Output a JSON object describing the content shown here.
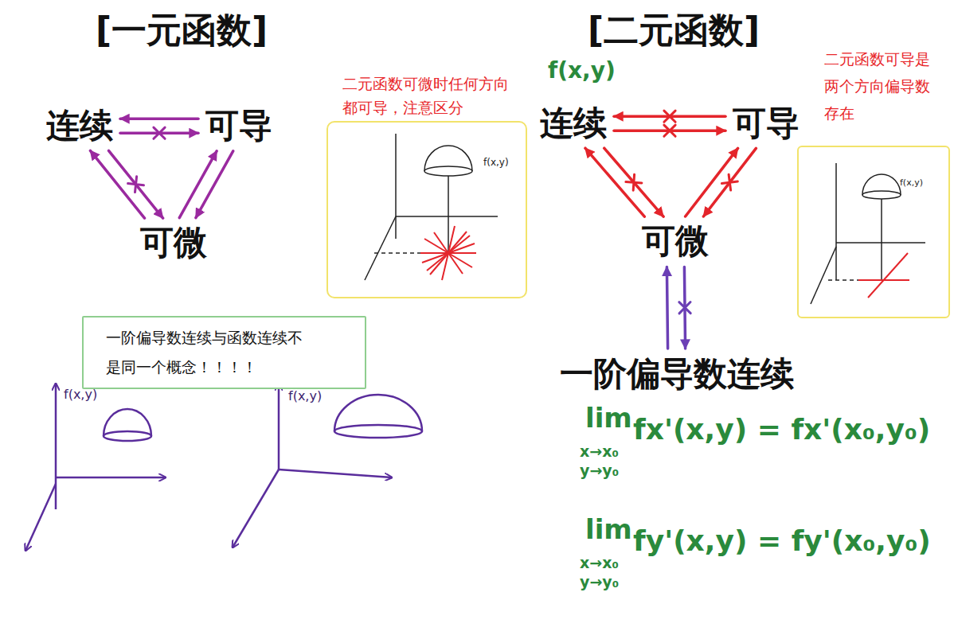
{
  "diagram": {
    "nodes": [
      {
        "text": [
          "连续"
        ]
      },
      {
        "text": [
          "可导"
        ]
      },
      {
        "text": [
          "可微"
        ]
      },
      {
        "text": [
          "二元函数可微时任何方向都可导，注意区分",
          "f(x,y)"
        ]
      },
      {
        "text": [
          "一阶偏导数连续与函数连续不是同一个概念！！！！"
        ]
      },
      {
        "text": [
          "连续"
        ]
      },
      {
        "text": [
          "可导"
        ]
      },
      {
        "text": [
          "可微"
        ]
      },
      {
        "text": [
          "二元函数可导是两个方向偏导数存在",
          "f(x,y)"
        ]
      },
      {
        "text": [
          "一阶偏导数连续"
        ]
      }
    ],
    "edges": [
      {
        "from": 1,
        "to": 0,
        "arrow": "to"
      },
      {
        "from": 0,
        "to": 1,
        "arrow": "to"
      },
      {
        "from": 2,
        "to": 0,
        "arrow": "to"
      },
      {
        "from": 0,
        "to": 2,
        "arrow": "to"
      },
      {
        "from": 1,
        "to": 2,
        "arrow": "to"
      },
      {
        "from": 2,
        "to": 1,
        "arrow": "to"
      },
      {
        "from": 6,
        "to": 5,
        "arrow": "to"
      },
      {
        "from": 5,
        "to": 6,
        "arrow": "to"
      },
      {
        "from": 7,
        "to": 5,
        "arrow": "to"
      },
      {
        "from": 5,
        "to": 7,
        "arrow": "to"
      },
      {
        "from": 7,
        "to": 6,
        "arrow": "to"
      },
      {
        "from": 6,
        "to": 7,
        "arrow": "to"
      },
      {
        "from": 9,
        "to": 7,
        "arrow": "to"
      },
      {
        "from": 7,
        "to": 9,
        "arrow": "to"
      }
    ],
    "labels": [
      "[一元函数]",
      "f(x,y)",
      "f(x,y)",
      "[二元函数]",
      "f(x,y)",
      "lim",
      "x→x₀",
      "y→y₀",
      "fx'(x,y) = fx'(x₀,y₀)",
      "lim",
      "x→x₀",
      "y→y₀",
      "fy'(x,y) = fy'(x₀,y₀)"
    ]
  }
}
